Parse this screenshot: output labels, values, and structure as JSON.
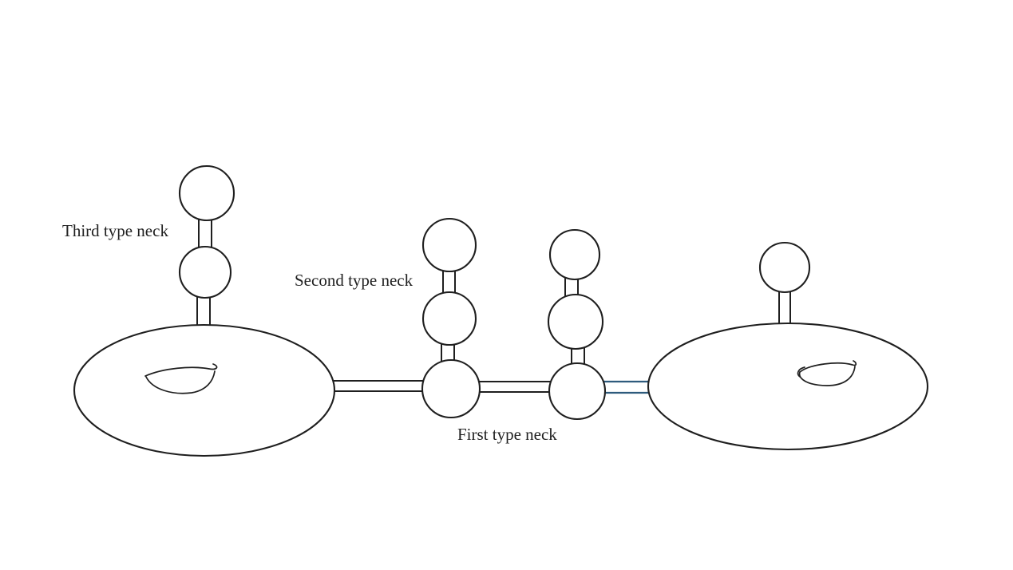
{
  "colors": {
    "ink": "#1f1f1f",
    "accent": "#2e5b7d",
    "bg": "#ffffff"
  },
  "labels": {
    "third_type_neck": "Third type neck",
    "second_type_neck": "Second type neck",
    "first_type_neck": "First type neck"
  }
}
